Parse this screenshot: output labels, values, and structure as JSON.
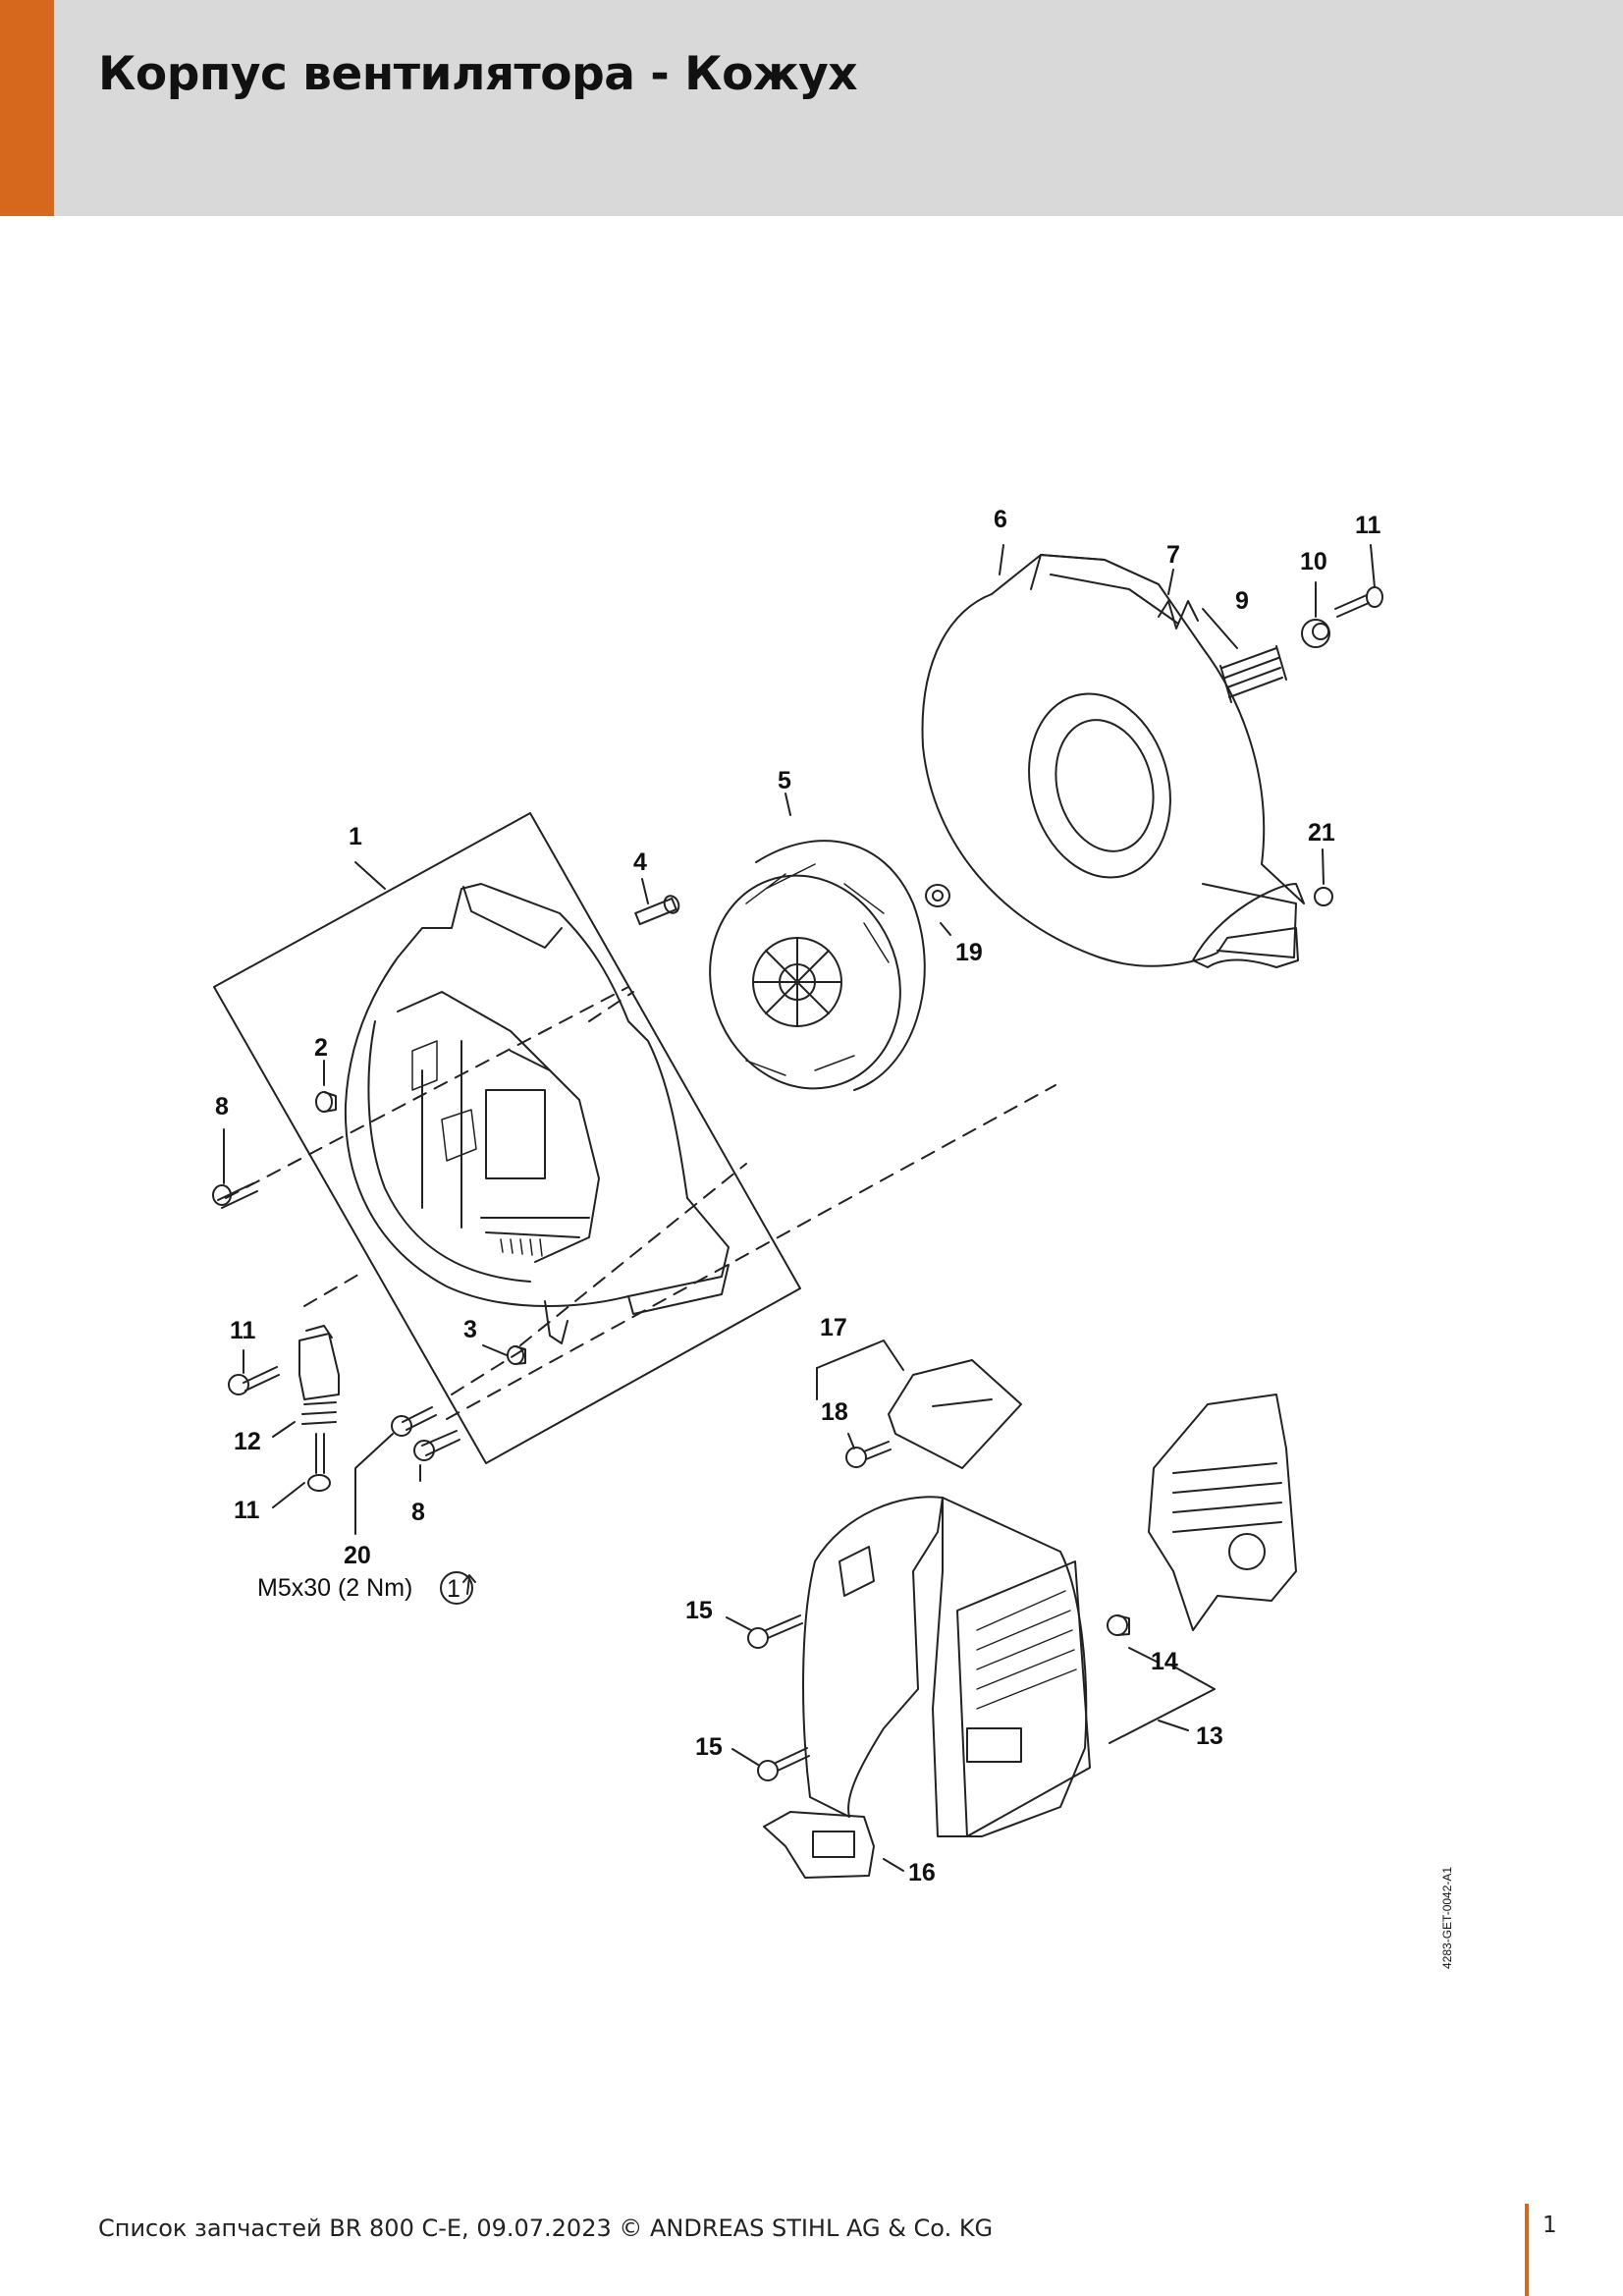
{
  "header": {
    "title": "Корпус вентилятора - Кожух",
    "accent_color": "#d6681d",
    "background_color": "#d9d9d9"
  },
  "diagram": {
    "callouts": [
      "1",
      "2",
      "3",
      "4",
      "5",
      "6",
      "7",
      "8",
      "9",
      "10",
      "11",
      "12",
      "13",
      "14",
      "15",
      "16",
      "17",
      "18",
      "19",
      "20",
      "21"
    ],
    "repeated_callouts": [
      "8",
      "11",
      "11",
      "15"
    ],
    "torque_note": "M5x30 (2 Nm)",
    "torque_step": "1",
    "drawing_code": "4283-GET-0042-A1"
  },
  "footer": {
    "text": "Список запчастей BR 800 C-E, 09.07.2023 © ANDREAS STIHL AG & Co. KG",
    "page_number": "1"
  }
}
